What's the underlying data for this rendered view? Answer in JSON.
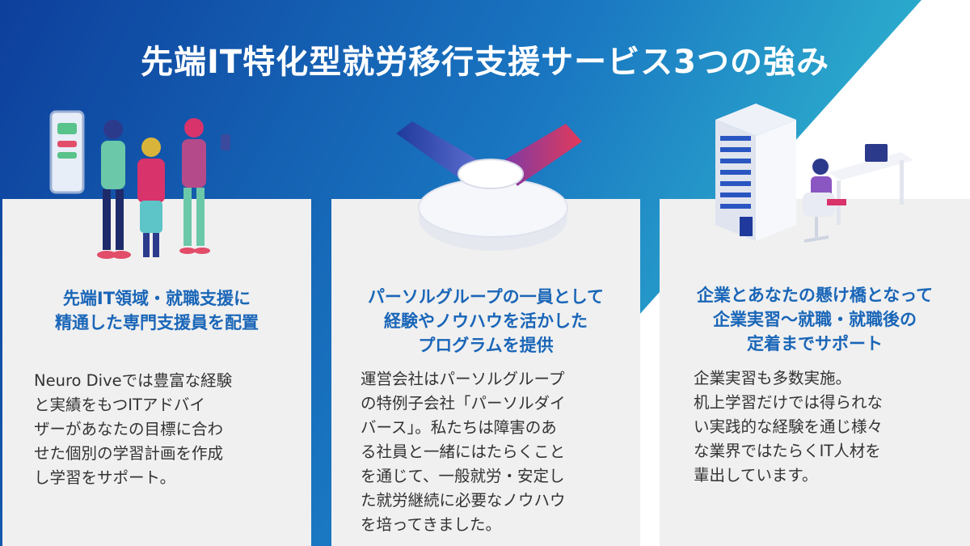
{
  "title": "先端IT特化型就労移行支援サービス3つの強み",
  "colors": {
    "gradient_start": "#0d3f9c",
    "gradient_end": "#2fb6cf",
    "heading": "#1a66b8",
    "card_bg": "#f0f0f0",
    "text": "#333333"
  },
  "cards": [
    {
      "illustration": "people-with-devices-illustration",
      "heading": "先端IT領域・就職支援に\n精通した専門支援員を配置",
      "body": "Neuro Diveでは豊富な経験\nと実績をもつITアドバイ\nザーがあなたの目標に合わ\nせた個別の学習計画を作成\nし学習をサポート。"
    },
    {
      "illustration": "handshake-illustration",
      "heading": "パーソルグループの一員として\n経験やノウハウを活かした\nプログラムを提供",
      "body": "運営会社はパーソルグループ\nの特例子会社「パーソルダイ\nバース」。私たちは障害のあ\nる社員と一緒にはたらくこと\nを通じて、一般就労・安定し\nた就労継続に必要なノウハウ\nを培ってきました。"
    },
    {
      "illustration": "office-building-workstation-illustration",
      "heading": "企業とあなたの懸け橋となって\n企業実習〜就職・就職後の\n定着までサポート",
      "body": "企業実習も多数実施。\n机上学習だけでは得られな\nい実践的な経験を通じ様々\nな業界ではたらくIT人材を\n輩出しています。"
    }
  ]
}
